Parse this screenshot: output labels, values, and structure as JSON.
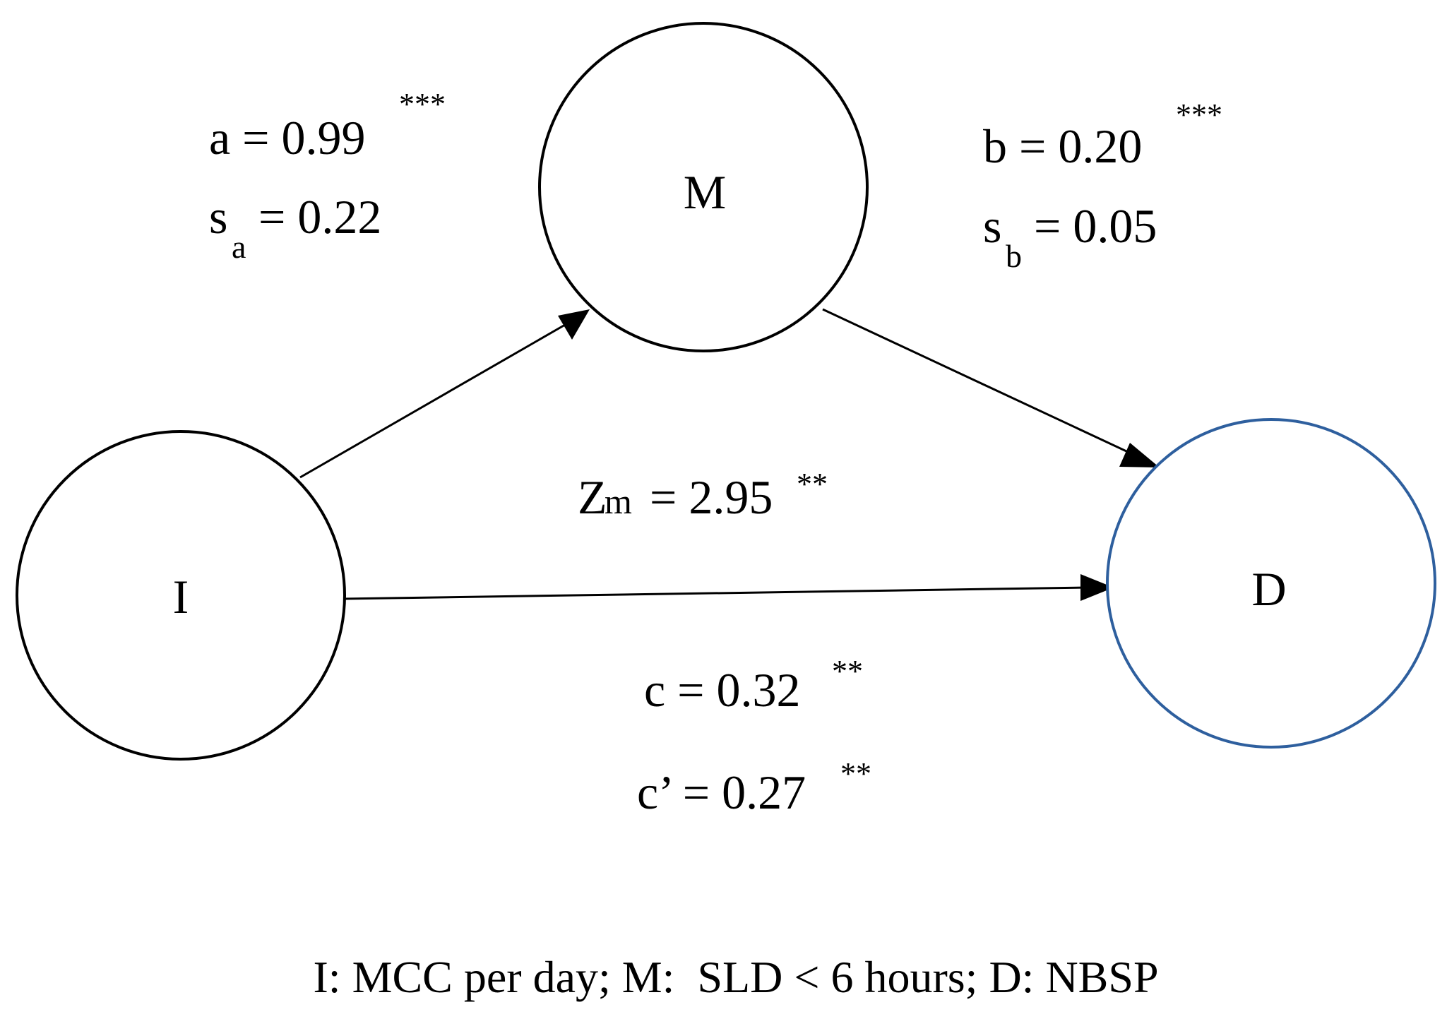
{
  "nodes": {
    "independent": {
      "label": "I"
    },
    "mediator": {
      "label": "M"
    },
    "dependent": {
      "label": "D"
    }
  },
  "paths": {
    "a": {
      "coef": "a = 0.99",
      "sig": "***",
      "se_symbol": "s",
      "se_sub": "a",
      "se_value": "= 0.22"
    },
    "b": {
      "coef": "b = 0.20",
      "sig": "***",
      "se_symbol": "s",
      "se_sub": "b",
      "se_value": "= 0.05"
    },
    "zm": {
      "symbol": "Z",
      "sub": "m",
      "value": "= 2.95",
      "sig": "**"
    },
    "c": {
      "coef": "c = 0.32",
      "sig": "**"
    },
    "c_prime": {
      "coef": "c’ = 0.27",
      "sig": "**"
    }
  },
  "legend": "I: MCC per day; M:  SLD < 6 hours; D: NBSP",
  "colors": {
    "node_stroke": "#000000",
    "dependent_stroke": "#2e5f9e",
    "arrow": "#000000"
  }
}
